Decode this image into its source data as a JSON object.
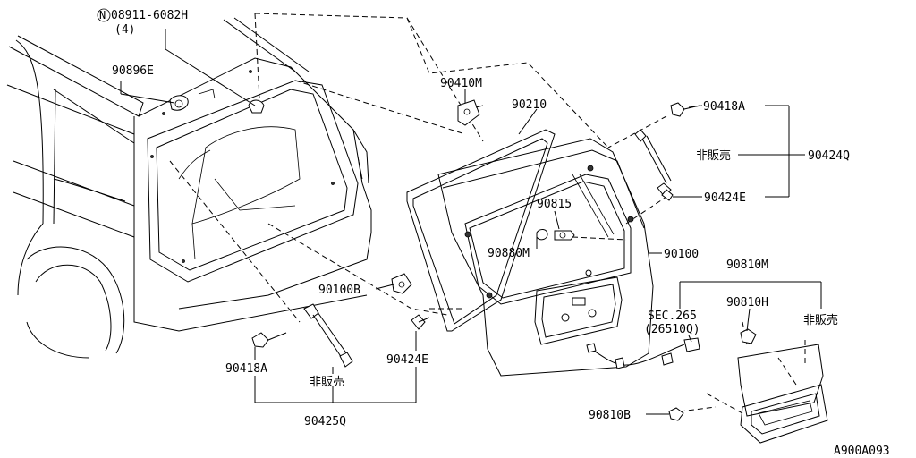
{
  "figure_id": "A900A093",
  "callouts": {
    "nut_ref": "N",
    "nut_part": "08911-6082H",
    "nut_qty": "(4)",
    "p90896E": "90896E",
    "p90410M": "90410M",
    "p90210": "90210",
    "p90418A_top": "90418A",
    "not_for_sale_top": "非販売",
    "p90424Q": "90424Q",
    "p90424E_top": "90424E",
    "p90815": "90815",
    "p90880M": "90880M",
    "p90100": "90100",
    "p90100B": "90100B",
    "p90810M": "90810M",
    "sec_ref": "SEC.265",
    "sec_part": "(26510Q)",
    "p90810H": "90810H",
    "not_for_sale_lamp": "非販売",
    "p90424E_bottom": "90424E",
    "p90418A_bottom": "90418A",
    "not_for_sale_bottom": "非販売",
    "p90425Q": "90425Q",
    "p90810B": "90810B"
  }
}
